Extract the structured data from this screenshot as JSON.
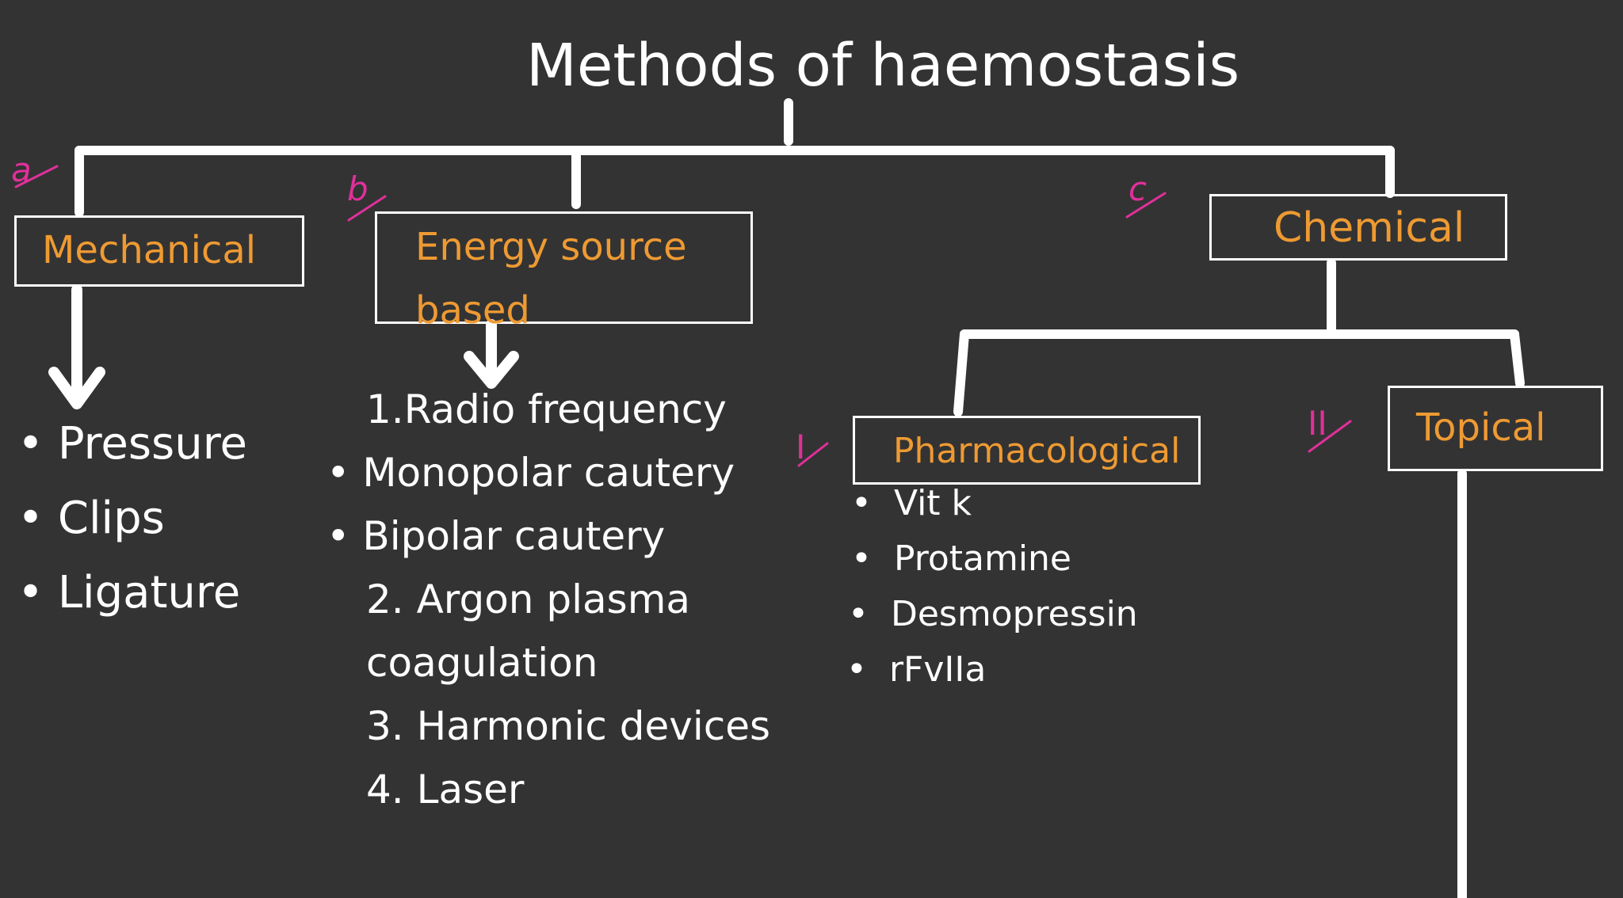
{
  "title": "Methods of haemostasis",
  "colors": {
    "background": "#333333",
    "lines": "#ffffff",
    "category_text": "#ee9a33",
    "annotation": "#e0309a",
    "list_text": "#ffffff"
  },
  "categories": {
    "mechanical": {
      "marker": "a",
      "label": "Mechanical",
      "items": [
        "Pressure",
        "Clips",
        "Ligature"
      ]
    },
    "energy": {
      "marker": "b",
      "label_line1": "Energy source",
      "label_line2": "based",
      "items": [
        "1.Radio frequency",
        "Monopolar cautery",
        "Bipolar cautery",
        "2. Argon plasma",
        "coagulation",
        "3. Harmonic devices",
        "4. Laser"
      ]
    },
    "chemical": {
      "marker": "c",
      "label": "Chemical",
      "pharmacological": {
        "marker": "I",
        "label": "Pharmacological",
        "items": [
          "Vit k",
          "Protamine",
          "Desmopressin",
          "rFvIIa"
        ]
      },
      "topical": {
        "marker": "II",
        "label": "Topical"
      }
    }
  },
  "bullet": "•"
}
